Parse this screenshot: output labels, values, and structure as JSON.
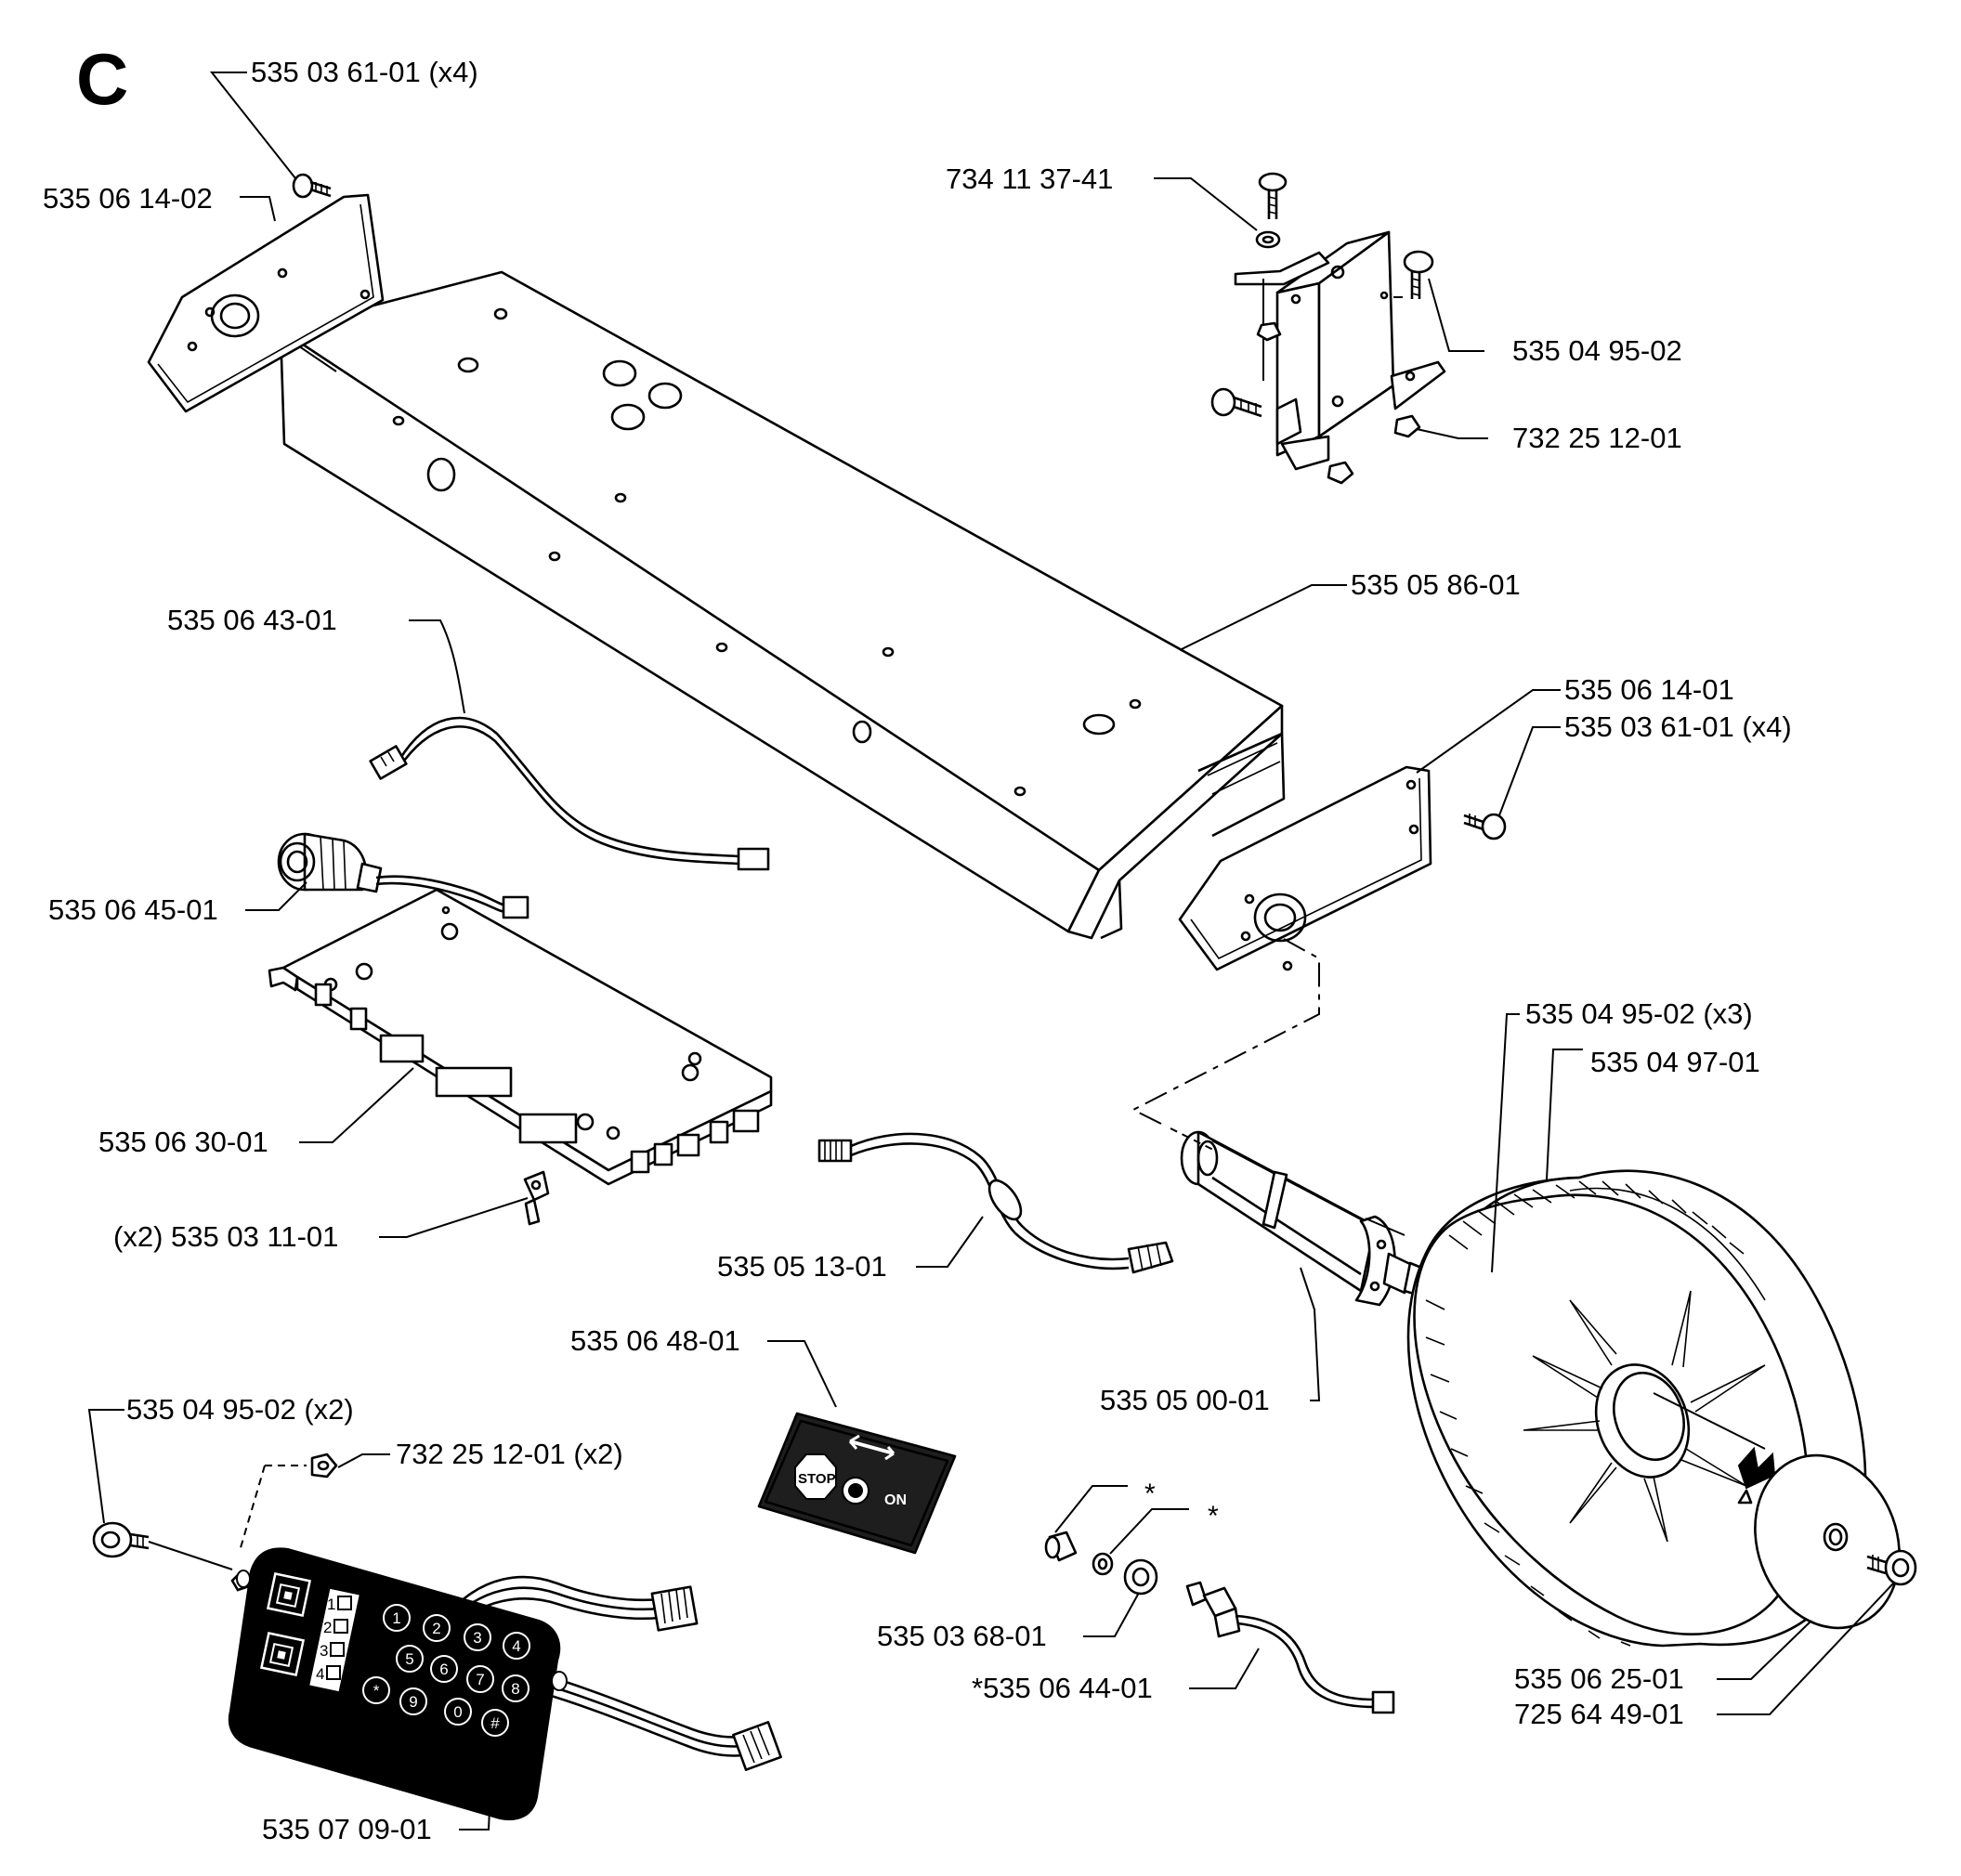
{
  "section_letter": "C",
  "labels": {
    "bolt_top_left": "535 03 61-01 (x4)",
    "end_plate_left": "535 06 14-02",
    "screw_switch_bracket": "734 11 37-41",
    "screw_switch_right": "535 04 95-02",
    "nut_switch": "732 25 12-01",
    "main_housing": "535 05 86-01",
    "cable_upper": "535 06 43-01",
    "end_plate_right": "535 06 14-01",
    "bolt_right": "535 03 61-01 (x4)",
    "sensor_coil": "535 06 45-01",
    "screw_motor_flange": "535 04 95-02 (x3)",
    "wheel": "535 04 97-01",
    "circuit_board": "535 06 30-01",
    "clip": "(x2) 535 03 11-01",
    "cable_middle": "535 05 13-01",
    "decal": "535 06 48-01",
    "motor": "535 05 00-01",
    "screw_keypad": "535 04 95-02 (x2)",
    "nut_keypad": "732 25 12-01 (x2)",
    "nut_switch_small": "535 03 68-01",
    "stop_switch": "*535 06 44-01",
    "hub_cap": "535 06 25-01",
    "hub_screw": "725 64 49-01",
    "keypad": "535 07 09-01",
    "asterisk_a": "*",
    "asterisk_b": "*"
  },
  "decal_text": {
    "stop": "STOP",
    "on": "ON"
  },
  "keypad_keys": [
    "1",
    "2",
    "3",
    "4",
    "5",
    "6",
    "7",
    "8",
    "9",
    "0",
    "*",
    "#"
  ],
  "keypad_side_numbers": [
    "1",
    "2",
    "3",
    "4"
  ]
}
